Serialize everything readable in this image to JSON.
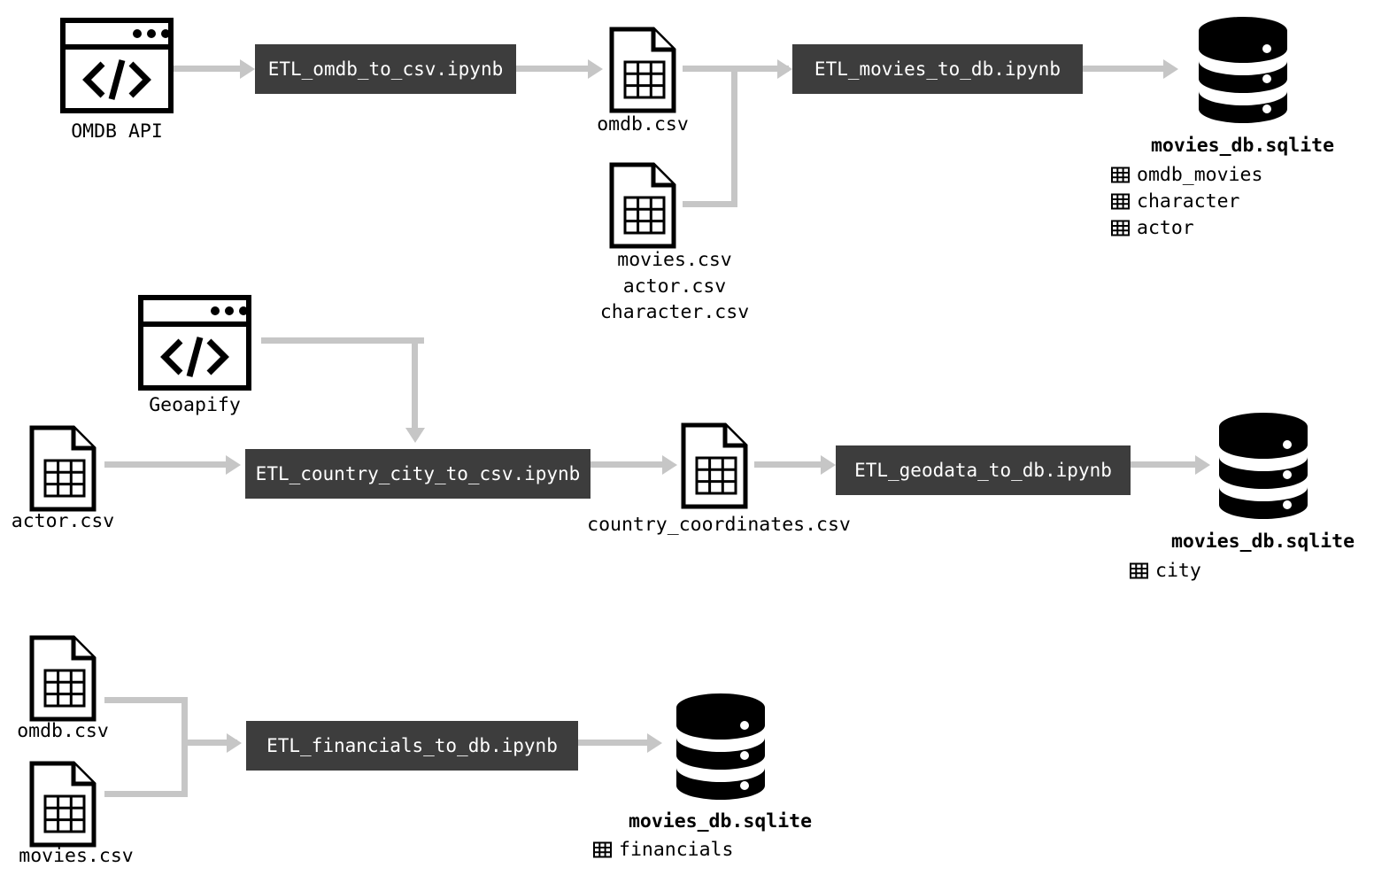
{
  "diagram": {
    "title": "ETL pipeline diagram",
    "colors": {
      "process_box_fill": "#3d3d3d",
      "process_box_text": "#ffffff",
      "connector": "#c6c6c6",
      "icon_stroke": "#000000",
      "background": "#ffffff"
    }
  },
  "rows": [
    {
      "id": "movies-pipeline",
      "sources": [
        {
          "name": "api-source",
          "icon": "browser-code-icon",
          "label": "OMDB API"
        }
      ],
      "processes": [
        {
          "name": "etl-omdb-to-csv",
          "label": "ETL_omdb_to_csv.ipynb"
        },
        {
          "name": "etl-movies-to-db",
          "label": "ETL_movies_to_db.ipynb"
        }
      ],
      "files": [
        {
          "name": "omdb-csv",
          "icon": "csv-file-icon",
          "labels": [
            "omdb.csv"
          ]
        },
        {
          "name": "movies-actor-character-csv",
          "icon": "csv-file-icon",
          "labels": [
            "movies.csv",
            "actor.csv",
            "character.csv"
          ]
        }
      ],
      "database": {
        "name": "movies-db-sqlite",
        "icon": "database-icon",
        "label": "movies_db.sqlite",
        "tables": [
          "omdb_movies",
          "character",
          "actor"
        ]
      }
    },
    {
      "id": "geodata-pipeline",
      "sources": [
        {
          "name": "api-source",
          "icon": "browser-code-icon",
          "label": "Geoapify"
        }
      ],
      "processes": [
        {
          "name": "etl-country-city-to-csv",
          "label": "ETL_country_city_to_csv.ipynb"
        },
        {
          "name": "etl-geodata-to-db",
          "label": "ETL_geodata_to_db.ipynb"
        }
      ],
      "files": [
        {
          "name": "actor-csv",
          "icon": "csv-file-icon",
          "labels": [
            "actor.csv"
          ]
        },
        {
          "name": "country-coordinates-csv",
          "icon": "csv-file-icon",
          "labels": [
            "country_coordinates.csv"
          ]
        }
      ],
      "database": {
        "name": "movies-db-sqlite",
        "icon": "database-icon",
        "label": "movies_db.sqlite",
        "tables": [
          "city"
        ]
      }
    },
    {
      "id": "financials-pipeline",
      "sources": [],
      "processes": [
        {
          "name": "etl-financials-to-db",
          "label": "ETL_financials_to_db.ipynb"
        }
      ],
      "files": [
        {
          "name": "omdb-csv",
          "icon": "csv-file-icon",
          "labels": [
            "omdb.csv"
          ]
        },
        {
          "name": "movies-csv",
          "icon": "csv-file-icon",
          "labels": [
            "movies.csv"
          ]
        }
      ],
      "database": {
        "name": "movies-db-sqlite",
        "icon": "database-icon",
        "label": "movies_db.sqlite",
        "tables": [
          "financials"
        ]
      }
    }
  ],
  "r1": {
    "api_label": "OMDB API",
    "etl1": "ETL_omdb_to_csv.ipynb",
    "etl2": "ETL_movies_to_db.ipynb",
    "omdb_csv": "omdb.csv",
    "movies_csv": "movies.csv",
    "actor_csv": "actor.csv",
    "character_csv": "character.csv",
    "db_label": "movies_db.sqlite",
    "tbl1": "omdb_movies",
    "tbl2": "character",
    "tbl3": "actor"
  },
  "r2": {
    "api_label": "Geoapify",
    "etl1": "ETL_country_city_to_csv.ipynb",
    "etl2": "ETL_geodata_to_db.ipynb",
    "actor_csv": "actor.csv",
    "coords_csv": "country_coordinates.csv",
    "db_label": "movies_db.sqlite",
    "tbl1": "city"
  },
  "r3": {
    "etl1": "ETL_financials_to_db.ipynb",
    "omdb_csv": "omdb.csv",
    "movies_csv": "movies.csv",
    "db_label": "movies_db.sqlite",
    "tbl1": "financials"
  }
}
